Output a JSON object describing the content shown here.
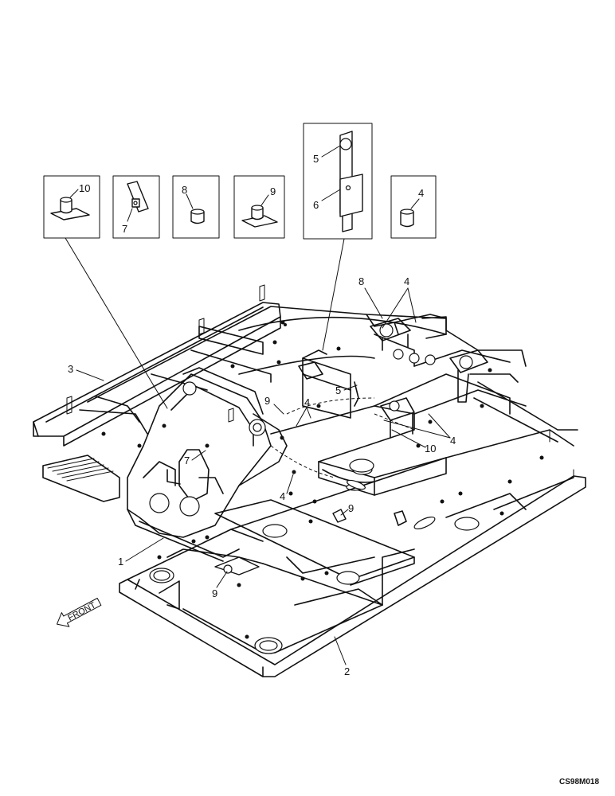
{
  "drawing_code": "CS98M018",
  "front_label": "FRONT",
  "callouts": {
    "c1": "1",
    "c2": "2",
    "c3": "3",
    "c4_box": "4",
    "c4_a": "4",
    "c4_b": "4",
    "c4_c": "4",
    "c4_d": "4",
    "c5_box": "5",
    "c5_main": "5",
    "c6_box": "6",
    "c7_box": "7",
    "c7_main": "7",
    "c8_box": "8",
    "c8_main": "8",
    "c9_box": "9",
    "c9_a": "9",
    "c9_b": "9",
    "c9_c": "9",
    "c10_box": "10",
    "c10_main": "10"
  }
}
